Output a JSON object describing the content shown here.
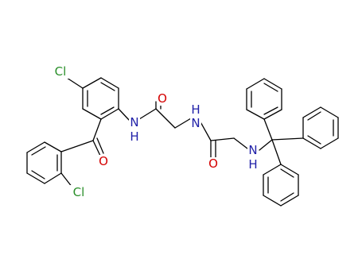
{
  "molecule": {
    "labels": {
      "cl_top": "Cl",
      "cl_bottom": "Cl",
      "o_ketone": "O",
      "nh_anilide_n": "N",
      "nh_anilide_h": "H",
      "o_amide1": "O",
      "nh_amide2": "N",
      "nh_amide2_h": "H",
      "o_amide2": "O",
      "nh_trityl_n": "N",
      "nh_trityl_h": "H"
    },
    "colors": {
      "bond": "#000000",
      "chlorine": "#2a8f2a",
      "oxygen": "#d40000",
      "nitrogen": "#2020a8"
    }
  }
}
